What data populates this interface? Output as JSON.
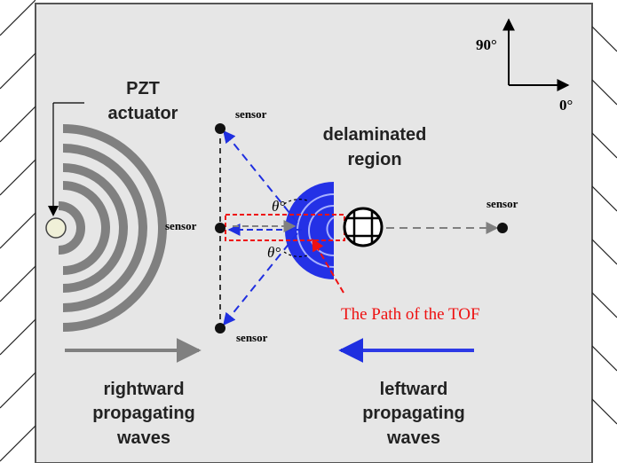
{
  "axes": {
    "up_label": "90°",
    "right_label": "0°"
  },
  "actuator": {
    "label_line1": "PZT",
    "label_line2": "actuator"
  },
  "delamination": {
    "label_line1": "delaminated",
    "label_line2": "region"
  },
  "sensors": {
    "top": "sensor",
    "middle": "sensor",
    "bottom": "sensor",
    "right": "sensor"
  },
  "angles": {
    "upper": "θ°",
    "lower": "θ°"
  },
  "tof": {
    "label": "The Path of the TOF"
  },
  "waves": {
    "rightward_line1": "rightward",
    "rightward_line2": "propagating",
    "rightward_line3": "waves",
    "leftward_line1": "leftward",
    "leftward_line2": "propagating",
    "leftward_line3": "waves"
  },
  "colors": {
    "plate": "#e6e6e6",
    "wave_gray": "#808080",
    "blue": "#1f2fe0",
    "red": "#ee1111",
    "black": "#000000"
  }
}
